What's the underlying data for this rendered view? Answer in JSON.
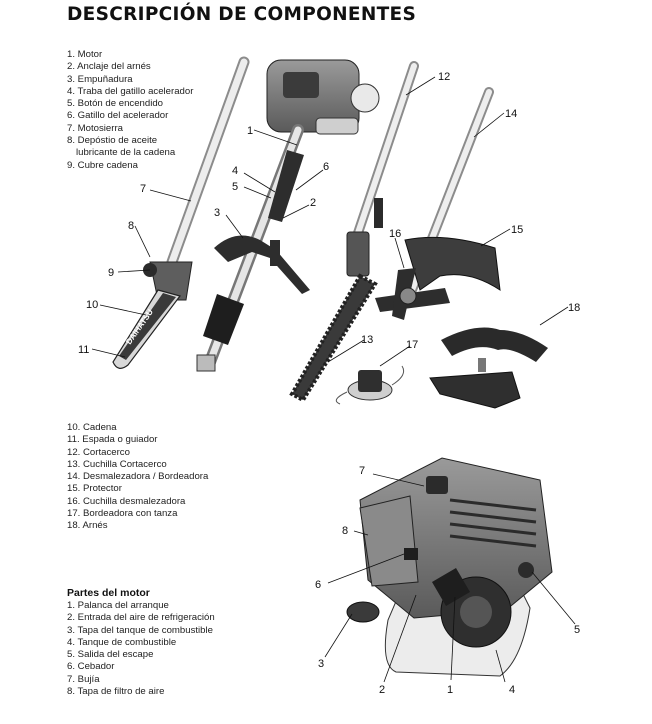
{
  "title": "DESCRIPCIÓN DE COMPONENTES",
  "components_list_1": [
    "1. Motor",
    "2. Anclaje del arnés",
    "3. Empuñadura",
    "4. Traba del gatillo acelerador",
    "5. Botón de encendido",
    "6. Gatillo del acelerador",
    "7. Motosierra",
    "8. Depóstio de aceite",
    "lubricante de la cadena",
    "9. Cubre cadena"
  ],
  "components_list_2": [
    "10. Cadena",
    "11. Espada o guiador",
    "12. Cortacerco",
    "13. Cuchilla Cortacerco",
    "14. Desmalezadora / Bordeadora",
    "15. Protector",
    "16. Cuchilla desmalezadora",
    "17. Bordeadora con tanza",
    "18. Arnés"
  ],
  "engine_heading": "Partes del motor",
  "engine_list": [
    "1. Palanca del arranque",
    "2. Entrada del aire de refrigeración",
    "3. Tapa del tanque de combustible",
    "4. Tanque de combustible",
    "5. Salida del escape",
    "6. Cebador",
    "7. Bujía",
    "8. Tapa de filtro de aire"
  ],
  "brand_text": "DAIHATSU",
  "callouts_top": [
    "1",
    "2",
    "3",
    "4",
    "5",
    "6",
    "7",
    "8",
    "9",
    "10",
    "11",
    "12",
    "13",
    "14",
    "15",
    "16",
    "17",
    "18"
  ],
  "callouts_engine": [
    "1",
    "2",
    "3",
    "4",
    "5",
    "6",
    "7",
    "8"
  ],
  "colors": {
    "dark": "#2b2b2b",
    "mid": "#6d6d6d",
    "light": "#cfcfcf",
    "tube": "#e6e6e6"
  }
}
